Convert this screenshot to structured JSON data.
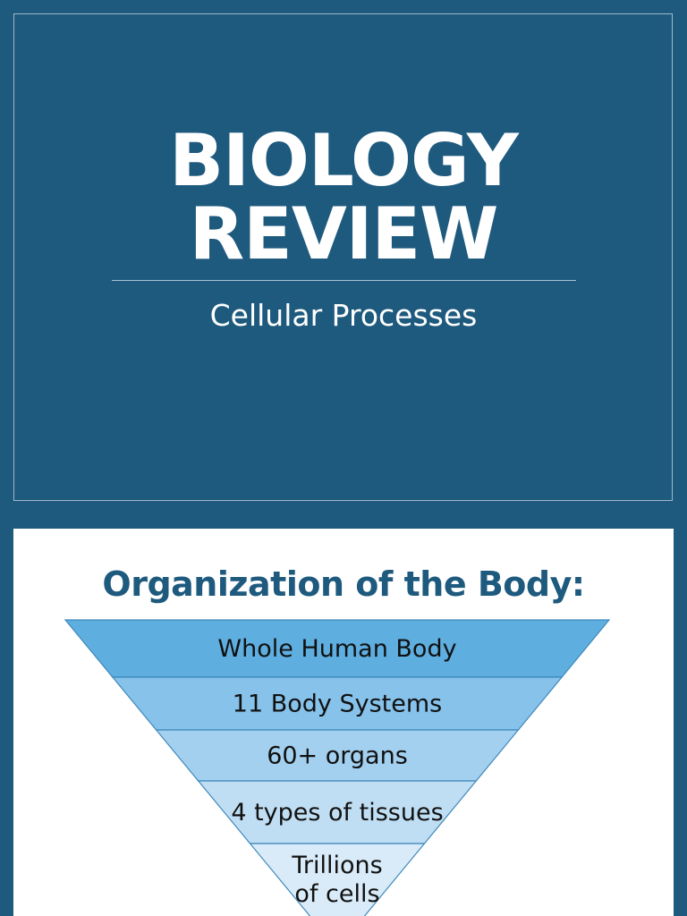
{
  "slide1": {
    "title_line1": "BIOLOGY",
    "title_line2": "REVIEW",
    "subtitle": "Cellular Processes"
  },
  "slide2": {
    "title": "Organization of the Body:",
    "levels": [
      {
        "lines": [
          "Whole Human Body"
        ],
        "fill": "#5eaee0"
      },
      {
        "lines": [
          "11 Body Systems"
        ],
        "fill": "#86c2ea"
      },
      {
        "lines": [
          "60+ organs"
        ],
        "fill": "#a3d0ef"
      },
      {
        "lines": [
          "4 types of tissues"
        ],
        "fill": "#c0def3"
      },
      {
        "lines": [
          "Trillions",
          "of cells"
        ],
        "fill": "#d9ebf8"
      }
    ]
  },
  "colors": {
    "slide_background": "#1e5a7e",
    "title_text": "#ffffff",
    "heading_text": "#1e5a7e"
  }
}
